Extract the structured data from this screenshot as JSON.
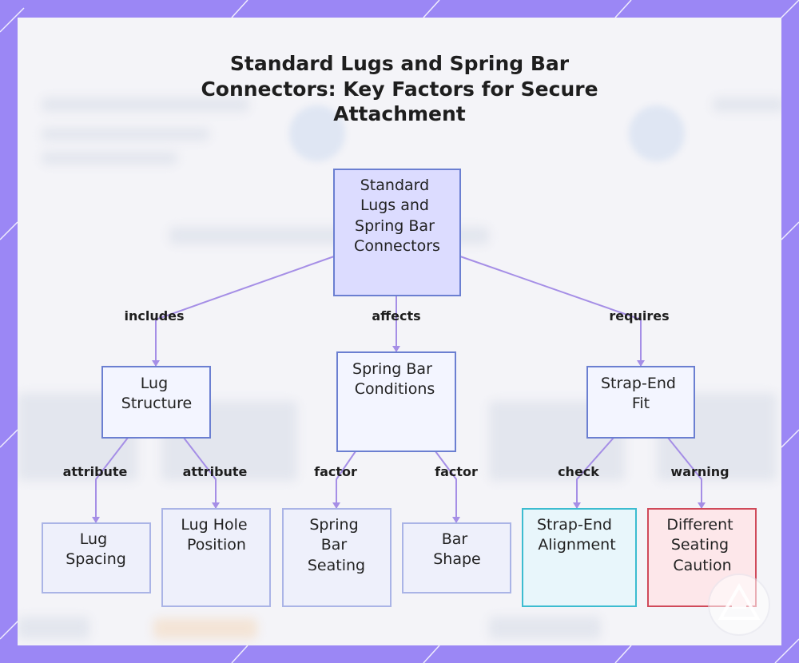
{
  "title_lines": [
    "Standard Lugs and Spring Bar",
    "Connectors: Key Factors for Secure",
    "Attachment"
  ],
  "colors": {
    "frame": "#9b87f5",
    "edge": "#a58ee6",
    "node_default_fill": "#f3f5ff",
    "node_default_stroke": "#6b7fd1",
    "node_root_fill": "#dcdcff",
    "node_leaf_fill": "#eef0fb",
    "node_check_fill": "#e8f6fb",
    "node_check_stroke": "#3cbcd0",
    "node_warning_fill": "#fde7ea",
    "node_warning_stroke": "#d04a5a"
  },
  "nodes": {
    "root": {
      "lines": [
        "Standard",
        "Lugs and",
        "Spring Bar",
        "Connectors"
      ]
    },
    "lug_structure": {
      "lines": [
        "Lug",
        "Structure"
      ]
    },
    "spring_bar_conditions": {
      "lines": [
        "Spring Bar",
        "Conditions"
      ]
    },
    "strap_end_fit": {
      "lines": [
        "Strap-End",
        "Fit"
      ]
    },
    "lug_spacing": {
      "lines": [
        "Lug",
        "Spacing"
      ]
    },
    "lug_hole_position": {
      "lines": [
        "Lug Hole",
        "Position"
      ]
    },
    "spring_bar_seating": {
      "lines": [
        "Spring",
        "Bar",
        "Seating"
      ]
    },
    "bar_shape": {
      "lines": [
        "Bar",
        "Shape"
      ]
    },
    "strap_end_alignment": {
      "lines": [
        "Strap-End",
        "Alignment"
      ]
    },
    "different_seating_caution": {
      "lines": [
        "Different",
        "Seating",
        "Caution"
      ]
    }
  },
  "edges": {
    "includes": "includes",
    "affects": "affects",
    "requires": "requires",
    "attribute_1": "attribute",
    "attribute_2": "attribute",
    "factor_1": "factor",
    "factor_2": "factor",
    "check": "check",
    "warning": "warning"
  }
}
